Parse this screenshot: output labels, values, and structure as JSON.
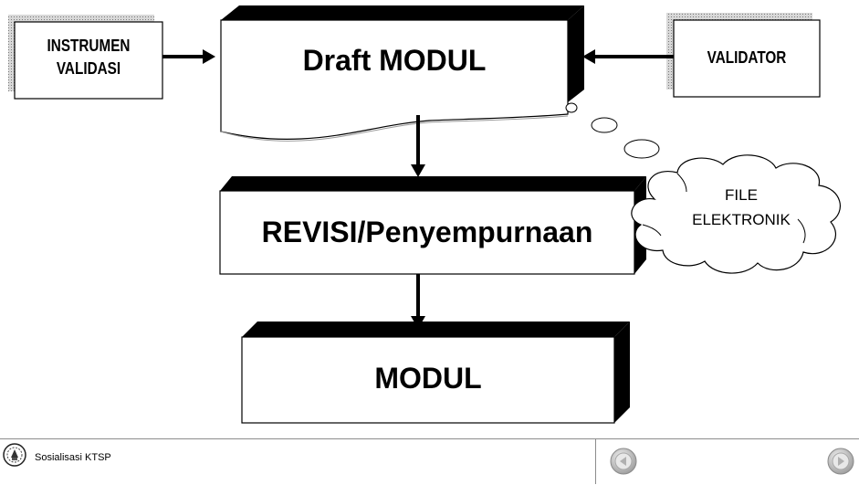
{
  "diagram": {
    "instrumen_validasi": "INSTRUMEN\nVALIDASI",
    "draft_modul": "Draft MODUL",
    "validator": "VALIDATOR",
    "revisi": "REVISI/Penyempurnaan",
    "file_elektronik": "FILE\nELEKTRONIK",
    "modul": "MODUL"
  },
  "footer": {
    "title": "Sosialisasi KTSP",
    "logo_icon": "emblem-icon",
    "prev_icon": "arrow-left-circle-icon",
    "next_icon": "arrow-right-circle-icon"
  }
}
